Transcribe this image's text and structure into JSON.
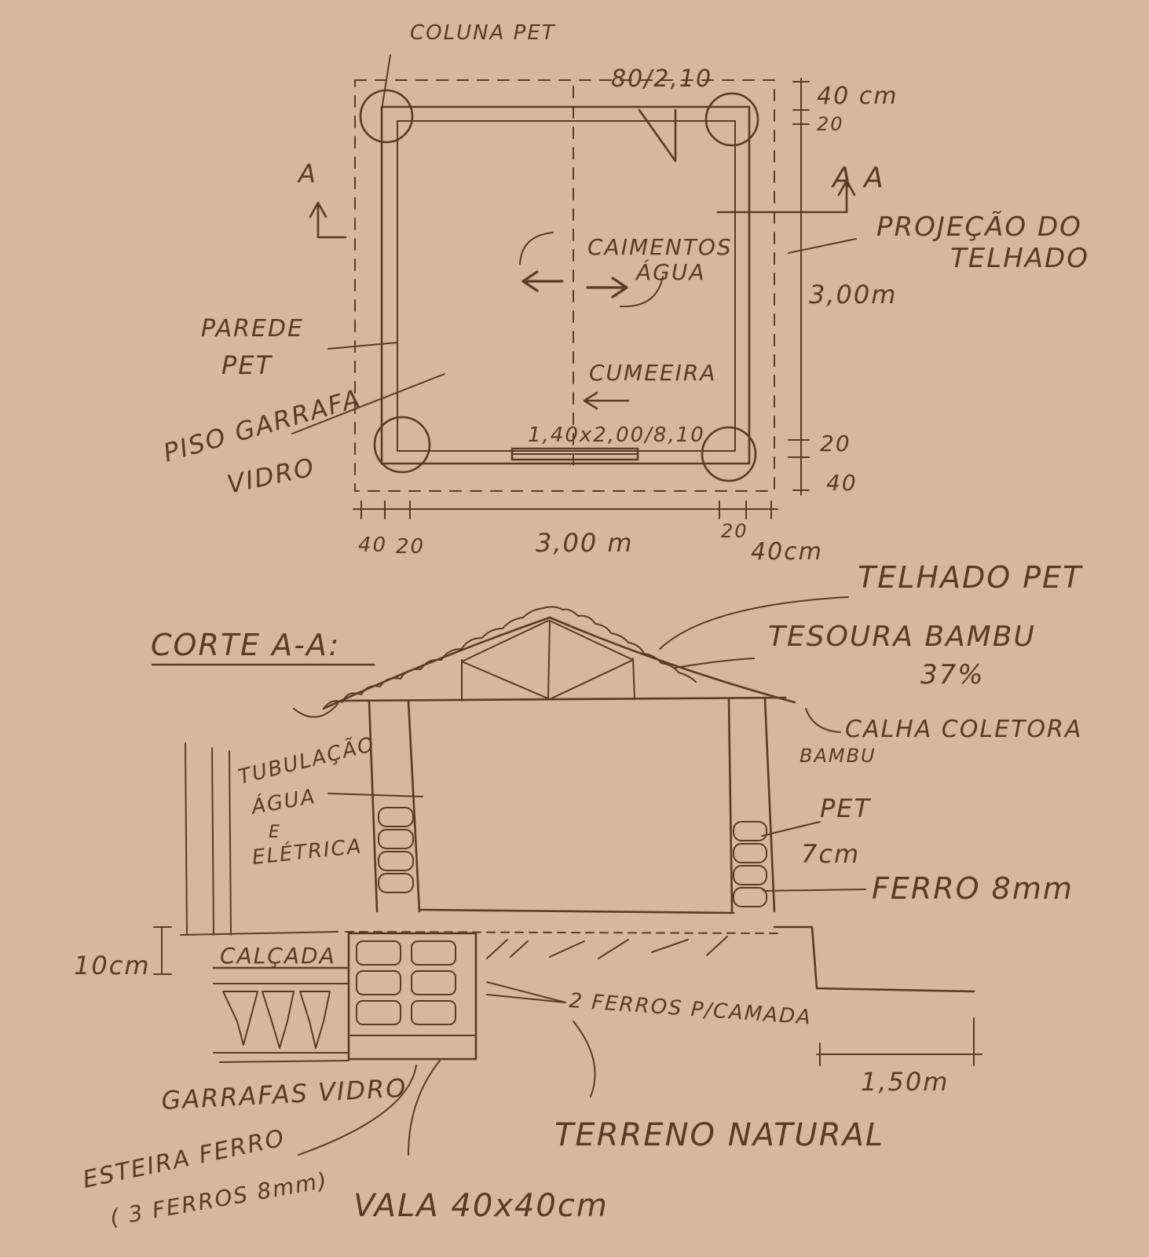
{
  "plan": {
    "coluna_pet": "COLUNA PET",
    "door_top": "80/2,10",
    "dim_40cm_right": "40 cm",
    "dim_20_right": "20",
    "section_mark_left": "A",
    "section_mark_right": "A A",
    "projecao_line1": "PROJEÇÃO DO",
    "projecao_line2": "TELHADO",
    "caimentos_line1": "CAIMENTOS",
    "caimentos_line2": "ÁGUA",
    "dim_300_right": "3,00m",
    "parede_line1": "PAREDE",
    "parede_line2": "PET",
    "piso_line1": "PISO GARRAFA",
    "piso_line2": "VIDRO",
    "cumeeira": "CUMEEIRA",
    "window": "1,40x2,00/8,10",
    "dim_20_lower": "20",
    "dim_40_lower": "40",
    "bottom_40": "40",
    "bottom_20_left": "20",
    "bottom_300": "3,00 m",
    "bottom_20_right": "20",
    "bottom_40cm": "40cm"
  },
  "section": {
    "title": "CORTE A-A:",
    "telhado_pet": "TELHADO PET",
    "tesoura_line1": "TESOURA BAMBU",
    "tesoura_line2": "37%",
    "calha_line1": "CALHA COLETORA",
    "calha_line2": "BAMBU",
    "tubulacao_line1": "TUBULAÇÃO",
    "tubulacao_line2": "ÁGUA",
    "tubulacao_line3": "E",
    "tubulacao_line4": "ELÉTRICA",
    "pet": "PET",
    "dim_7cm": "7cm",
    "ferro": "FERRO 8mm",
    "dim_10cm": "10cm",
    "calcada": "CALÇADA",
    "ferros_camada": "2 FERROS P/CAMADA",
    "dim_150": "1,50m",
    "garrafas": "GARRAFAS VIDRO",
    "terreno": "TERRENO NATURAL",
    "esteira_line1": "ESTEIRA FERRO",
    "esteira_line2": "( 3 FERROS 8mm)",
    "vala": "VALA 40x40cm"
  }
}
